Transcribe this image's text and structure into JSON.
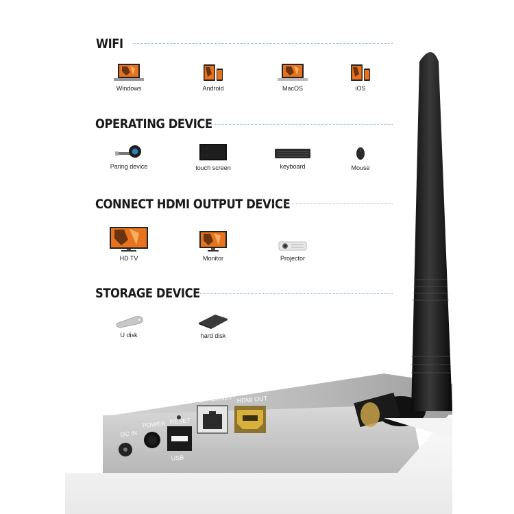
{
  "sections": [
    {
      "title": "WIFI",
      "items": [
        {
          "label": "Windows",
          "icon": "laptop-icon"
        },
        {
          "label": "Android",
          "icon": "phone-tablet-icon"
        },
        {
          "label": "MacOS",
          "icon": "laptop-icon"
        },
        {
          "label": "iOS",
          "icon": "phone-tablet-icon"
        }
      ]
    },
    {
      "title": "OPERATING DEVICE",
      "items": [
        {
          "label": "Paring device",
          "icon": "usb-button-icon"
        },
        {
          "label": "touch screen",
          "icon": "touch-screen-icon"
        },
        {
          "label": "keyboard",
          "icon": "keyboard-icon"
        },
        {
          "label": "Mouse",
          "icon": "mouse-icon"
        }
      ]
    },
    {
      "title": "CONNECT HDMI OUTPUT DEVICE",
      "items": [
        {
          "label": "HD TV",
          "icon": "tv-icon"
        },
        {
          "label": "Monitor",
          "icon": "monitor-icon"
        },
        {
          "label": "Projector",
          "icon": "projector-icon"
        }
      ]
    },
    {
      "title": "STORAGE DEVICE",
      "items": [
        {
          "label": "U disk",
          "icon": "usb-stick-icon"
        },
        {
          "label": "hard disk",
          "icon": "hard-disk-icon"
        }
      ]
    }
  ],
  "device": {
    "ports": {
      "dc_in": "DC IN",
      "power": "POWER",
      "reset": "RESET",
      "usb": "USB",
      "ethernet": "ETHERNET",
      "hdmi_out": "HDMI OUT"
    }
  },
  "colors": {
    "accent": "#e8731e",
    "rule": "#8fb3d6",
    "hdmi_gold": "#d8b13c"
  }
}
